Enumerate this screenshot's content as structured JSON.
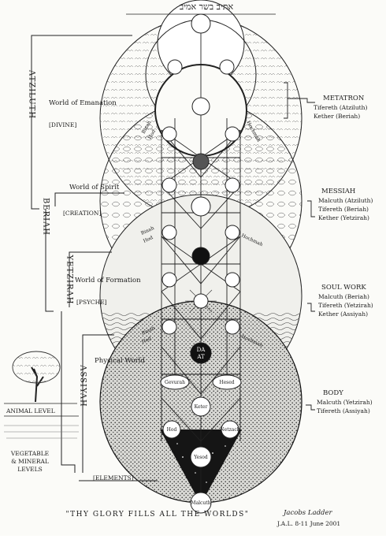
{
  "header": {
    "hebrew_title": "אתיב בשר אמיב"
  },
  "worlds": [
    {
      "name": "World of Emanation",
      "tag": "[DIVINE]",
      "vertical": "ATZILUTH"
    },
    {
      "name": "World of Spirit",
      "tag": "[CREATION]",
      "vertical": "BERIAH"
    },
    {
      "name": "World of Formation",
      "tag": "[PSYCHE]",
      "vertical": "YETZIRAH"
    },
    {
      "name": "Physical World",
      "tag": "[ELEMENTS]",
      "vertical": "ASSIYAH"
    }
  ],
  "right_labels": [
    {
      "title": "METATRON",
      "lines": [
        "Tifereth (Atziluth)",
        "Kether (Beriah)"
      ]
    },
    {
      "title": "MESSIAH",
      "lines": [
        "Malcuth (Atziluth)",
        "Tifereth (Beriah)",
        "Kether (Yetzirah)"
      ]
    },
    {
      "title": "SOUL WORK",
      "lines": [
        "Malcuth (Beriah)",
        "Tifereth (Yetzirah)",
        "Kether (Assiyah)"
      ]
    },
    {
      "title": "BODY",
      "lines": [
        "Malcuth (Yetzirah)",
        "Tifereth (Assiyah)"
      ]
    }
  ],
  "left_levels": {
    "animal": "ANIMAL LEVEL",
    "vegetable": [
      "VEGETABLE",
      "& MINERAL",
      "LEVELS"
    ]
  },
  "sefirot": {
    "binah_1": "Binah",
    "hod_1": "Hod",
    "hochmah_1": "Hochmah",
    "binah_2": "Binah",
    "hod_2": "Hod",
    "hochmah_2": "Hochmah",
    "binah_3": "Binah",
    "hod_3": "Hod",
    "hochmah_3": "Hochmah",
    "daat": [
      "DA",
      "AT"
    ],
    "gevurah": "Gevurah",
    "hesed": "Hesed",
    "keter": "Keter",
    "hod_4": "Hod",
    "netzach": "Netzach",
    "yesod": "Yesod",
    "malkuth": "Malcuth"
  },
  "caption": "\"THY GLORY FILLS ALL THE WORLDS\"",
  "signature": {
    "title": "Jacobs Ladder",
    "date": "J.A.L. 8-11 June 2001"
  }
}
